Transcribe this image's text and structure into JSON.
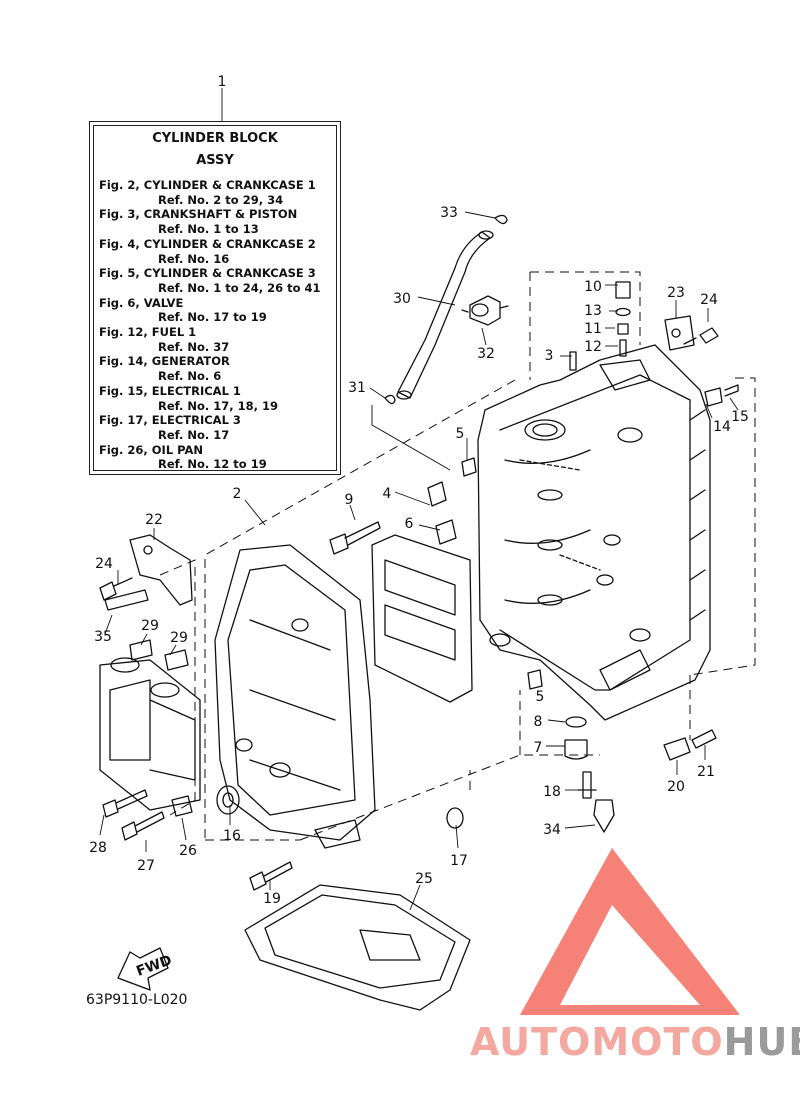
{
  "diagram": {
    "legend": {
      "title_line1": "CYLINDER  BLOCK",
      "title_line2": "ASSY",
      "lines": [
        "Fig. 2, CYLINDER & CRANKCASE 1",
        "Ref. No. 2 to 29, 34",
        "Fig. 3, CRANKSHAFT & PISTON",
        "Ref. No. 1 to 13",
        "Fig. 4, CYLINDER & CRANKCASE 2",
        "Ref. No. 16",
        "Fig. 5, CYLINDER & CRANKCASE 3",
        "Ref. No. 1 to 24, 26 to 41",
        "Fig. 6, VALVE",
        "Ref. No. 17 to 19",
        "Fig. 12, FUEL 1",
        "Ref. No. 37",
        "Fig. 14, GENERATOR",
        "Ref. No. 6",
        "Fig. 15, ELECTRICAL 1",
        "Ref. No. 17, 18, 19",
        "Fig. 17, ELECTRICAL 3",
        "Ref. No. 17",
        "Fig. 26, OIL PAN",
        "Ref. No. 12 to 19"
      ]
    },
    "part_numbers": [
      "1",
      "2",
      "3",
      "4",
      "5",
      "5",
      "6",
      "7",
      "8",
      "9",
      "10",
      "11",
      "12",
      "13",
      "14",
      "15",
      "16",
      "17",
      "18",
      "19",
      "20",
      "21",
      "22",
      "23",
      "24",
      "24",
      "25",
      "26",
      "27",
      "28",
      "29",
      "29",
      "30",
      "31",
      "32",
      "33",
      "34",
      "35"
    ],
    "fwd_label": "FWD",
    "drawing_code": "63P9110-L020",
    "watermark": {
      "text_a": "AUTOMOTO",
      "text_b": "HUB",
      "color_a": "#f4a8a0",
      "color_b": "#9a9a9a",
      "logo_color": "#f36b5f"
    }
  }
}
